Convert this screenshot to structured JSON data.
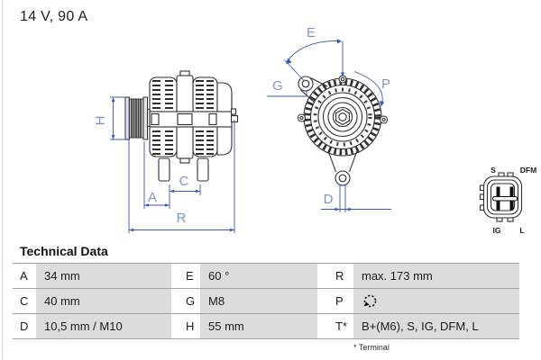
{
  "header": {
    "rating": "14 V, 90 A"
  },
  "diagram": {
    "dimension_labels": {
      "h": "H",
      "a": "A",
      "c": "C",
      "r": "R",
      "e": "E",
      "g": "G",
      "p": "P",
      "d": "D"
    },
    "connector": {
      "top_left": "S",
      "top_right": "DFM",
      "bottom_left": "IG",
      "bottom_right": "L"
    },
    "colors": {
      "dimension_line_blue": "#3a57a5",
      "dimension_label_blue": "#8593c4",
      "line_art": "#2f2f2f",
      "table_cell_gray": "#dcdcdc"
    }
  },
  "table": {
    "title": "Technical Data",
    "footnote": "* Terminal",
    "rows": [
      [
        {
          "label": "A",
          "value": "34 mm"
        },
        {
          "label": "E",
          "value": "60 °"
        },
        {
          "label": "R",
          "value": "max. 173 mm"
        }
      ],
      [
        {
          "label": "C",
          "value": "40 mm"
        },
        {
          "label": "G",
          "value": "M8"
        },
        {
          "label": "P",
          "value_icon": "rotation-direction"
        }
      ],
      [
        {
          "label": "D",
          "value": "10,5 mm / M10"
        },
        {
          "label": "H",
          "value": "55 mm"
        },
        {
          "label": "T*",
          "value": "B+(M6), S, IG, DFM, L"
        }
      ]
    ]
  }
}
